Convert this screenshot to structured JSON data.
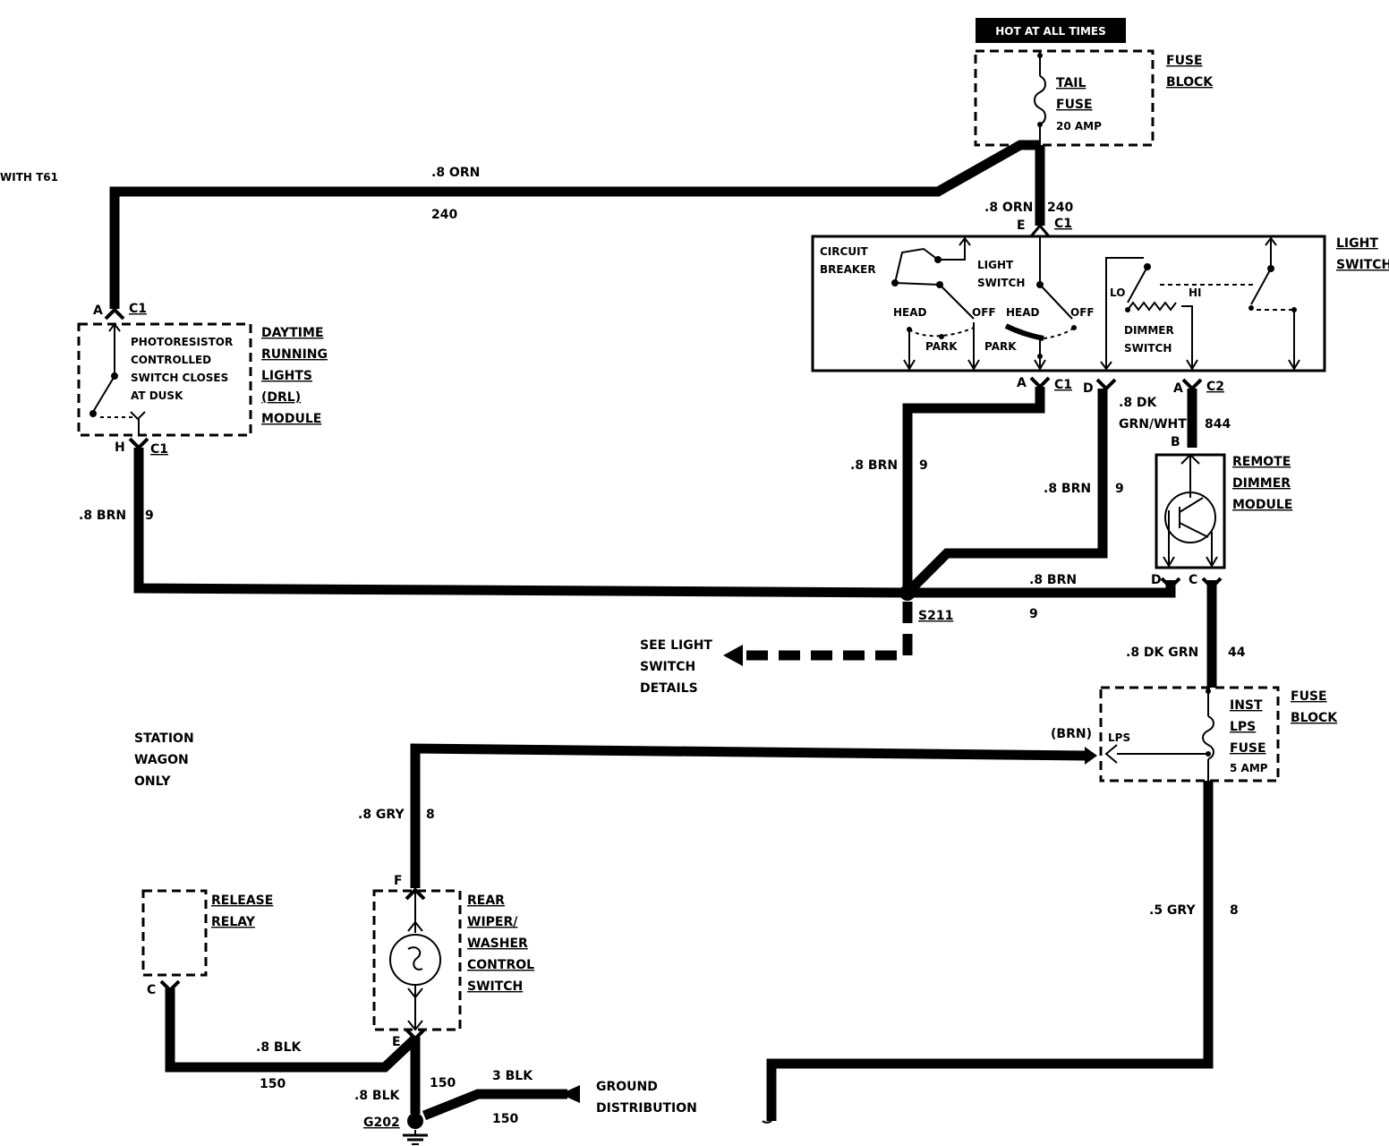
{
  "header_banner": "HOT AT ALL TIMES",
  "fuse_block_top": {
    "label": [
      "FUSE",
      "BLOCK"
    ],
    "fuse_name": [
      "TAIL",
      "FUSE"
    ],
    "rating": "20 AMP"
  },
  "option_note": "WITH T61",
  "wire_240_top": {
    "gauge": ".8 ORN",
    "circuit": "240"
  },
  "wire_240_vert": {
    "gauge": ".8 ORN",
    "circuit": "240",
    "pin": "E",
    "connector": "C1"
  },
  "light_switch": {
    "label": [
      "LIGHT",
      "SWITCH"
    ],
    "circuit_breaker": [
      "CIRCUIT",
      "BREAKER"
    ],
    "inner_label": [
      "LIGHT",
      "SWITCH"
    ],
    "head_left": "HEAD",
    "off_left": "OFF",
    "park_left": "PARK",
    "head_right": "HEAD",
    "off_right": "OFF",
    "park_right": "PARK",
    "dimmer": [
      "DIMMER",
      "SWITCH"
    ],
    "lo": "LO",
    "hi": "HI"
  },
  "drl_module": {
    "label": [
      "DAYTIME",
      "RUNNING",
      "LIGHTS",
      "(DRL)",
      "MODULE"
    ],
    "desc": [
      "PHOTORESISTOR",
      "CONTROLLED",
      "SWITCH CLOSES",
      "AT DUSK"
    ],
    "top_pin": "A",
    "top_conn": "C1",
    "bottom_pin": "H",
    "bottom_conn": "C1"
  },
  "ls_bottom": {
    "pin_a": "A",
    "conn_a": "C1",
    "pin_d": "D",
    "pin_a2": "A",
    "conn_c2": "C2"
  },
  "wire_844": {
    "gauge": [
      ".8 DK",
      "GRN/WHT"
    ],
    "circuit": "844",
    "pin": "B"
  },
  "remote_dimmer": {
    "label": [
      "REMOTE",
      "DIMMER",
      "MODULE"
    ],
    "pin_d": "D",
    "pin_c": "C"
  },
  "wire_brn_a": {
    "gauge": ".8 BRN",
    "circuit": "9"
  },
  "wire_brn_d": {
    "gauge": ".8 BRN",
    "circuit": "9"
  },
  "wire_brn_left": {
    "gauge": ".8 BRN",
    "circuit": "9"
  },
  "wire_brn_rdm": {
    "gauge": ".8 BRN",
    "circuit": "9"
  },
  "splice": "S211",
  "see_note": [
    "SEE LIGHT",
    "SWITCH",
    "DETAILS"
  ],
  "wire_44": {
    "gauge": ".8 DK GRN",
    "circuit": "44"
  },
  "fuse_block_bottom": {
    "label": [
      "FUSE",
      "BLOCK"
    ],
    "fuse_name": [
      "INST",
      "LPS",
      "FUSE"
    ],
    "rating": "5 AMP",
    "terminal": "LPS",
    "brn": "(BRN)"
  },
  "station_note": [
    "STATION",
    "WAGON",
    "ONLY"
  ],
  "wire_8gry": {
    "gauge": ".8 GRY",
    "circuit": "8"
  },
  "wire_5gry": {
    "gauge": ".5 GRY",
    "circuit": "8"
  },
  "release_relay": {
    "label": [
      "RELEASE",
      "RELAY"
    ],
    "pin": "C"
  },
  "rear_wiper": {
    "label": [
      "REAR",
      "WIPER/",
      "WASHER",
      "CONTROL",
      "SWITCH"
    ],
    "pin_f": "F",
    "pin_e": "E"
  },
  "wire_150a": {
    "gauge": ".8 BLK",
    "circuit": "150"
  },
  "wire_150b": {
    "gauge": ".8 BLK",
    "circuit": "150"
  },
  "wire_150c": {
    "gauge": "3 BLK",
    "circuit": "150"
  },
  "ground": {
    "id": "G202",
    "label": [
      "GROUND",
      "DISTRIBUTION"
    ]
  }
}
